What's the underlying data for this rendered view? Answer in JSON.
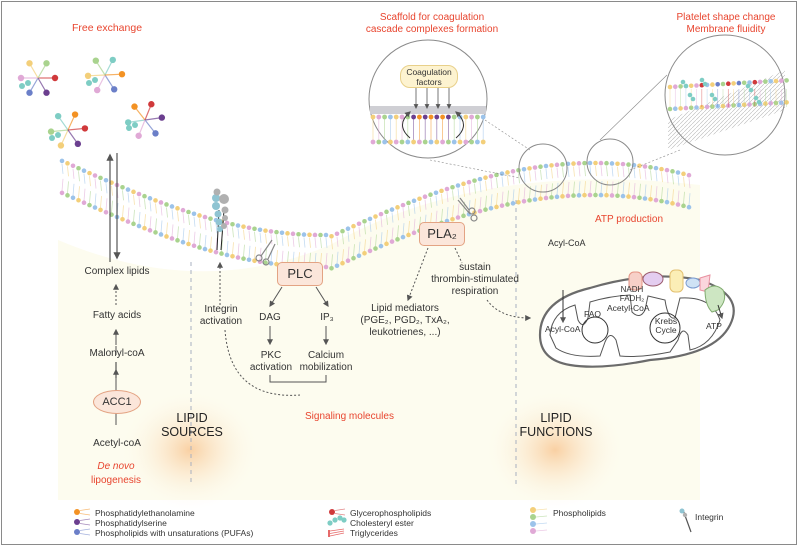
{
  "titles": {
    "free_exchange": "Free exchange",
    "scaffold": [
      "Scaffold for coagulation",
      "cascade complexes formation"
    ],
    "platelet": [
      "Platelet shape change",
      "Membrane fluidity"
    ],
    "atp_production": "ATP production",
    "signaling": "Signaling molecules",
    "de_novo": [
      "De novo",
      "lipogenesis"
    ]
  },
  "sections": {
    "lipid_sources": [
      "LIPID",
      "SOURCES"
    ],
    "lipid_functions": [
      "LIPID",
      "FUNCTIONS"
    ]
  },
  "coagulation_bubble": {
    "label": [
      "Coagulation",
      "factors"
    ]
  },
  "lipogenesis": {
    "complex_lipids": "Complex lipids",
    "fatty_acids": "Fatty acids",
    "malonyl": "Malonyl-coA",
    "acc1": "ACC1",
    "acetyl": "Acetyl-coA"
  },
  "signaling": {
    "integrin": [
      "Integrin",
      "activation"
    ],
    "plc": "PLC",
    "dag": "DAG",
    "ip3": "IP₃",
    "pkc": [
      "PKC",
      "activation"
    ],
    "calcium": [
      "Calcium",
      "mobilization"
    ]
  },
  "pla2": {
    "label": "PLA₂",
    "mediators": [
      "Lipid mediators",
      "(PGE₂, PGD₂, TxA₂,",
      "leukotrienes, ...)"
    ],
    "sustain": [
      "sustain",
      "thrombin-stimulated",
      "respiration"
    ]
  },
  "mitochondria": {
    "acyl_coa_top": "Acyl-CoA",
    "acyl_coa": "Acyl-CoA",
    "fao": "FAO",
    "nadh": "NADH",
    "fadh": "FADH₂",
    "acetyl_coa": "Acetyl-CoA",
    "krebs": [
      "Krebs",
      "Cycle"
    ],
    "atp": "ATP"
  },
  "legend": [
    {
      "label": "Phosphatidylethanolamine",
      "color": "#f39224"
    },
    {
      "label": "Phosphatidylserine",
      "color": "#6b3f8f"
    },
    {
      "label": "Phospholipids with unsaturations (PUFAs)",
      "color": "#6b7fc8"
    },
    {
      "label": "Glycerophospholipids",
      "color": "#d0393b"
    },
    {
      "label": "Cholesteryl ester",
      "color": "#7ecdc4"
    },
    {
      "label": "Triglycerides",
      "color": "#e66a6a"
    },
    {
      "label": "Phospholipids",
      "colors": [
        "#f3cf7a",
        "#a9d38e",
        "#9cc3ea",
        "#e0a9d6"
      ]
    },
    {
      "label": "Integrin",
      "color": "#8fc4d2"
    }
  ],
  "colors": {
    "accent": "#e8452f",
    "box_fill": "#fbe6da",
    "box_border": "#e3a383",
    "cytoplasm": "#fdfcef",
    "glow": "#fad6ae"
  }
}
